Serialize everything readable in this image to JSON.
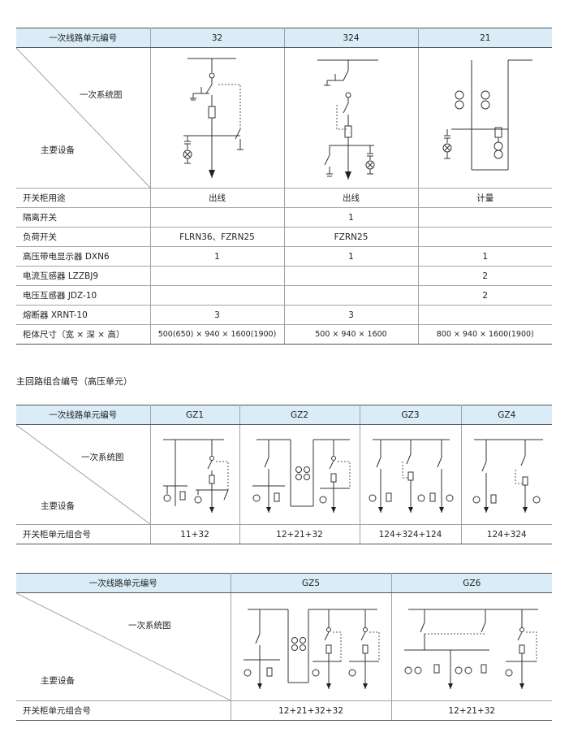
{
  "table1": {
    "header_label": "一次线路单元编号",
    "columns": [
      "32",
      "324",
      "21"
    ],
    "diagram_title": "一次系统图",
    "equipment_title": "主要设备",
    "rows": [
      {
        "label": "开关柜用途",
        "values": [
          "出线",
          "出线",
          "计量"
        ]
      },
      {
        "label": "隔离开关",
        "values": [
          "",
          "1",
          ""
        ]
      },
      {
        "label": "负荷开关",
        "values": [
          "FLRN36、FZRN25",
          "FZRN25",
          ""
        ]
      },
      {
        "label": "高压带电显示器 DXN6",
        "values": [
          "1",
          "1",
          "1"
        ]
      },
      {
        "label": "电流互感器 LZZBJ9",
        "values": [
          "",
          "",
          "2"
        ]
      },
      {
        "label": "电压互感器 JDZ-10",
        "values": [
          "",
          "",
          "2"
        ]
      },
      {
        "label": "熔断器 XRNT-10",
        "values": [
          "3",
          "3",
          ""
        ]
      },
      {
        "label": "柜体尺寸（宽 × 深 × 高）",
        "values": [
          "500(650) × 940 × 1600(1900)",
          "500 × 940 × 1600",
          "800 × 940 × 1600(1900)"
        ]
      }
    ]
  },
  "section_title": "主回路组合编号（高压单元）",
  "table2": {
    "header_label": "一次线路单元编号",
    "columns": [
      "GZ1",
      "GZ2",
      "GZ3",
      "GZ4"
    ],
    "diagram_title": "一次系统图",
    "equipment_title": "主要设备",
    "combo_label": "开关柜单元组合号",
    "combos": [
      "11+32",
      "12+21+32",
      "124+324+124",
      "124+324"
    ]
  },
  "table3": {
    "header_label": "一次线路单元编号",
    "columns": [
      "GZ5",
      "GZ6"
    ],
    "diagram_title": "一次系统图",
    "equipment_title": "主要设备",
    "combo_label": "开关柜单元组合号",
    "combos": [
      "12+21+32+32",
      "12+21+32"
    ]
  }
}
